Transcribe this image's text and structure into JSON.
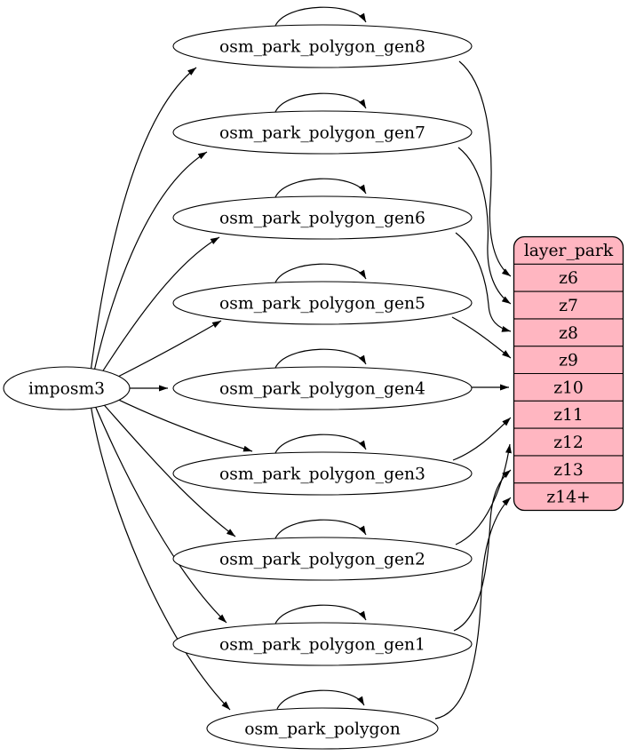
{
  "graph": {
    "type": "etl-dependency-diagram",
    "source": {
      "label": "imposm3"
    },
    "tables": [
      {
        "label": "osm_park_polygon_gen8",
        "feeds_zoom": "z6"
      },
      {
        "label": "osm_park_polygon_gen7",
        "feeds_zoom": "z7"
      },
      {
        "label": "osm_park_polygon_gen6",
        "feeds_zoom": "z8"
      },
      {
        "label": "osm_park_polygon_gen5",
        "feeds_zoom": "z9"
      },
      {
        "label": "osm_park_polygon_gen4",
        "feeds_zoom": "z10"
      },
      {
        "label": "osm_park_polygon_gen3",
        "feeds_zoom": "z11"
      },
      {
        "label": "osm_park_polygon_gen2",
        "feeds_zoom": "z12"
      },
      {
        "label": "osm_park_polygon_gen1",
        "feeds_zoom": "z13"
      },
      {
        "label": "osm_park_polygon",
        "feeds_zoom": "z14+"
      }
    ],
    "layer": {
      "title": "layer_park",
      "rows": [
        "z6",
        "z7",
        "z8",
        "z9",
        "z10",
        "z11",
        "z12",
        "z13",
        "z14+"
      ],
      "fill": "#ffb6c1"
    },
    "edges": [
      {
        "from": "imposm3",
        "to": "osm_park_polygon_gen8"
      },
      {
        "from": "imposm3",
        "to": "osm_park_polygon_gen7"
      },
      {
        "from": "imposm3",
        "to": "osm_park_polygon_gen6"
      },
      {
        "from": "imposm3",
        "to": "osm_park_polygon_gen5"
      },
      {
        "from": "imposm3",
        "to": "osm_park_polygon_gen4"
      },
      {
        "from": "imposm3",
        "to": "osm_park_polygon_gen3"
      },
      {
        "from": "imposm3",
        "to": "osm_park_polygon_gen2"
      },
      {
        "from": "imposm3",
        "to": "osm_park_polygon_gen1"
      },
      {
        "from": "imposm3",
        "to": "osm_park_polygon"
      },
      {
        "from": "osm_park_polygon_gen8",
        "to": "osm_park_polygon_gen8",
        "self_loop": true
      },
      {
        "from": "osm_park_polygon_gen7",
        "to": "osm_park_polygon_gen7",
        "self_loop": true
      },
      {
        "from": "osm_park_polygon_gen6",
        "to": "osm_park_polygon_gen6",
        "self_loop": true
      },
      {
        "from": "osm_park_polygon_gen5",
        "to": "osm_park_polygon_gen5",
        "self_loop": true
      },
      {
        "from": "osm_park_polygon_gen4",
        "to": "osm_park_polygon_gen4",
        "self_loop": true
      },
      {
        "from": "osm_park_polygon_gen3",
        "to": "osm_park_polygon_gen3",
        "self_loop": true
      },
      {
        "from": "osm_park_polygon_gen2",
        "to": "osm_park_polygon_gen2",
        "self_loop": true
      },
      {
        "from": "osm_park_polygon_gen1",
        "to": "osm_park_polygon_gen1",
        "self_loop": true
      },
      {
        "from": "osm_park_polygon",
        "to": "osm_park_polygon",
        "self_loop": true
      },
      {
        "from": "osm_park_polygon_gen8",
        "to": "layer_park.z6"
      },
      {
        "from": "osm_park_polygon_gen7",
        "to": "layer_park.z7"
      },
      {
        "from": "osm_park_polygon_gen6",
        "to": "layer_park.z8"
      },
      {
        "from": "osm_park_polygon_gen5",
        "to": "layer_park.z9"
      },
      {
        "from": "osm_park_polygon_gen4",
        "to": "layer_park.z10"
      },
      {
        "from": "osm_park_polygon_gen3",
        "to": "layer_park.z11"
      },
      {
        "from": "osm_park_polygon_gen2",
        "to": "layer_park.z12"
      },
      {
        "from": "osm_park_polygon_gen1",
        "to": "layer_park.z13"
      },
      {
        "from": "osm_park_polygon",
        "to": "layer_park.z14+"
      }
    ],
    "colors": {
      "background": "#ffffff",
      "node_fill": "#ffffff",
      "stroke": "#000000",
      "layer_fill": "#ffb6c1"
    }
  }
}
